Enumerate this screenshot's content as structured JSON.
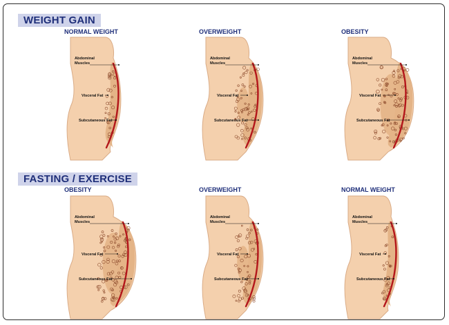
{
  "sections": [
    {
      "title": "WEIGHT GAIN",
      "stages": [
        {
          "title": "NORMAL WEIGHT",
          "fat": "low"
        },
        {
          "title": "OVERWEIGHT",
          "fat": "medium"
        },
        {
          "title": "OBESITY",
          "fat": "high"
        }
      ]
    },
    {
      "title": "FASTING / EXERCISE",
      "stages": [
        {
          "title": "OBESITY",
          "fat": "high"
        },
        {
          "title": "OVERWEIGHT",
          "fat": "medium"
        },
        {
          "title": "NORMAL WEIGHT",
          "fat": "low"
        }
      ]
    }
  ],
  "labels": {
    "abdominal_line1": "Abdominal",
    "abdominal_line2": "Muscles",
    "visceral": "Visceral Fat",
    "subcutaneous": "Subcutaneous Fat"
  },
  "colors": {
    "skin": "#f4d0ad",
    "skin_edge": "#d9ab86",
    "muscle": "#b3161b",
    "fat_fill": "#e4b487",
    "fat_cell": "#8c4a2c",
    "title_bg": "#cfd3ea",
    "title_text": "#1f2f7a"
  }
}
